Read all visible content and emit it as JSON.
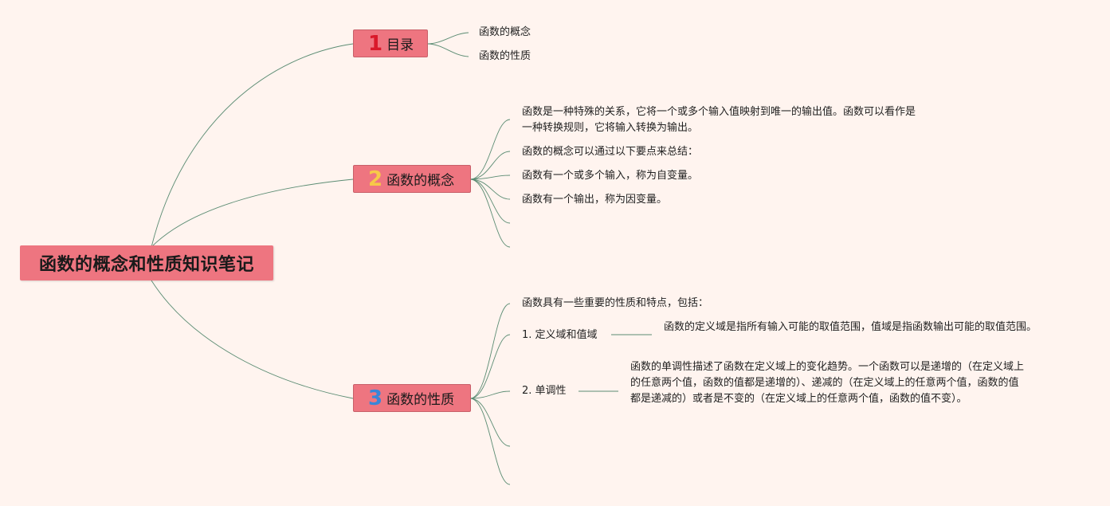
{
  "root": {
    "title": "函数的概念和性质知识笔记"
  },
  "branches": [
    {
      "num": "1",
      "num_color": "#d9192a",
      "label": "目录",
      "children": [
        "函数的概念",
        "函数的性质"
      ]
    },
    {
      "num": "2",
      "num_color": "#f7c948",
      "label": "函数的概念",
      "children": [
        "函数是一种特殊的关系，它将一个或多个输入值映射到唯一的输出值。函数可以看作是一种转换规则，它将输入转换为输出。",
        "函数的概念可以通过以下要点来总结：",
        "函数有一个或多个输入，称为自变量。",
        "函数有一个输出，称为因变量。"
      ]
    },
    {
      "num": "3",
      "num_color": "#3a86d8",
      "label": "函数的性质",
      "children": [
        "函数具有一些重要的性质和特点，包括：",
        "1. 定义域和值域",
        "2. 单调性"
      ],
      "details": [
        "函数的定义域是指所有输入可能的取值范围，值域是指函数输出可能的取值范围。",
        "函数的单调性描述了函数在定义域上的变化趋势。一个函数可以是递增的（在定义域上的任意两个值，函数的值都是递增的）、递减的（在定义域上的任意两个值，函数的值都是递减的）或者是不变的（在定义域上的任意两个值，函数的值不变）。"
      ]
    }
  ],
  "colors": {
    "background": "#fff4ef",
    "node": "#ee7580",
    "line": "#5b8c73"
  }
}
